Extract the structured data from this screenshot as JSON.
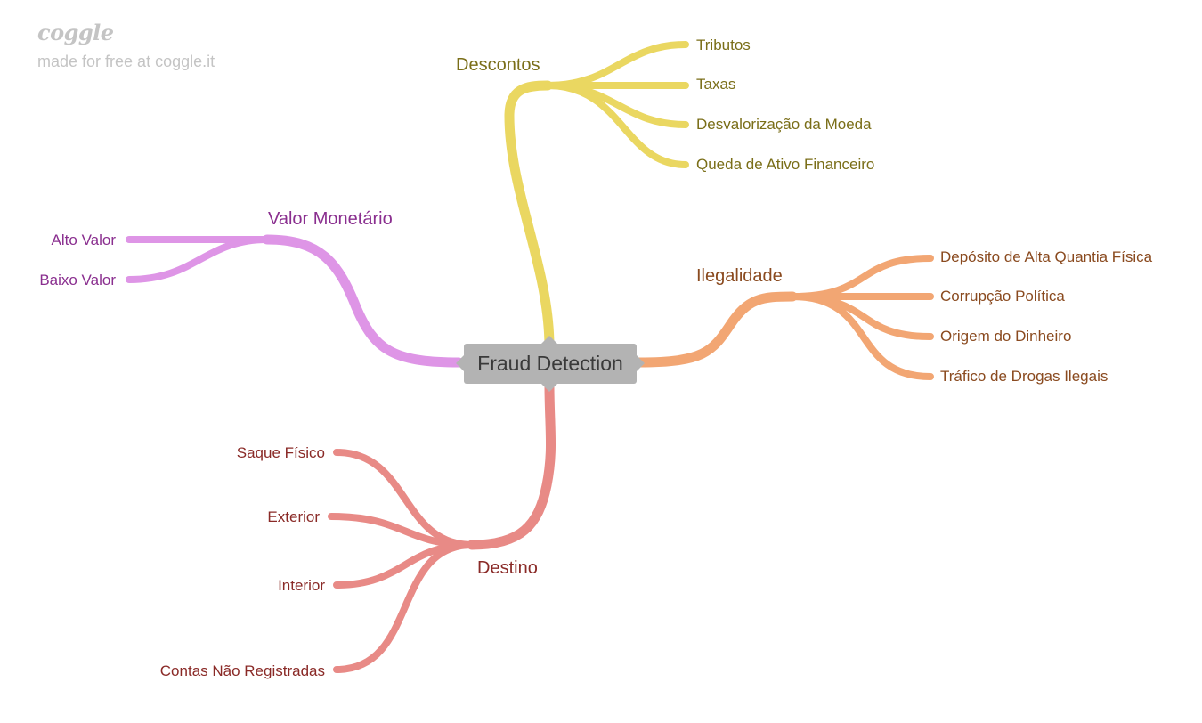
{
  "branding": {
    "logo": "coggle",
    "tagline": "made for free at coggle.it"
  },
  "colors": {
    "center_box": "#b3b3b3",
    "center_text": "#3a3a3a",
    "descontos_line": "#ead761",
    "descontos_text": "#7a6e18",
    "valor_line": "#de95e6",
    "valor_text": "#8a2f8f",
    "ilegalidade_line": "#f2a673",
    "ilegalidade_text": "#8a4a1f",
    "destino_line": "#e88a86",
    "destino_text": "#8a2a27"
  },
  "mindmap": {
    "center": "Fraud Detection",
    "branches": {
      "descontos": {
        "label": "Descontos",
        "children": [
          "Tributos",
          "Taxas",
          "Desvalorização da Moeda",
          "Queda de Ativo Financeiro"
        ]
      },
      "valor": {
        "label": "Valor Monetário",
        "children": [
          "Alto Valor",
          "Baixo Valor"
        ]
      },
      "ilegalidade": {
        "label": "Ilegalidade",
        "children": [
          "Depósito de Alta Quantia Física",
          "Corrupção Política",
          "Origem do Dinheiro",
          "Tráfico de Drogas Ilegais"
        ]
      },
      "destino": {
        "label": "Destino",
        "children": [
          "Saque Físico",
          "Exterior",
          "Interior",
          "Contas Não Registradas"
        ]
      }
    }
  }
}
